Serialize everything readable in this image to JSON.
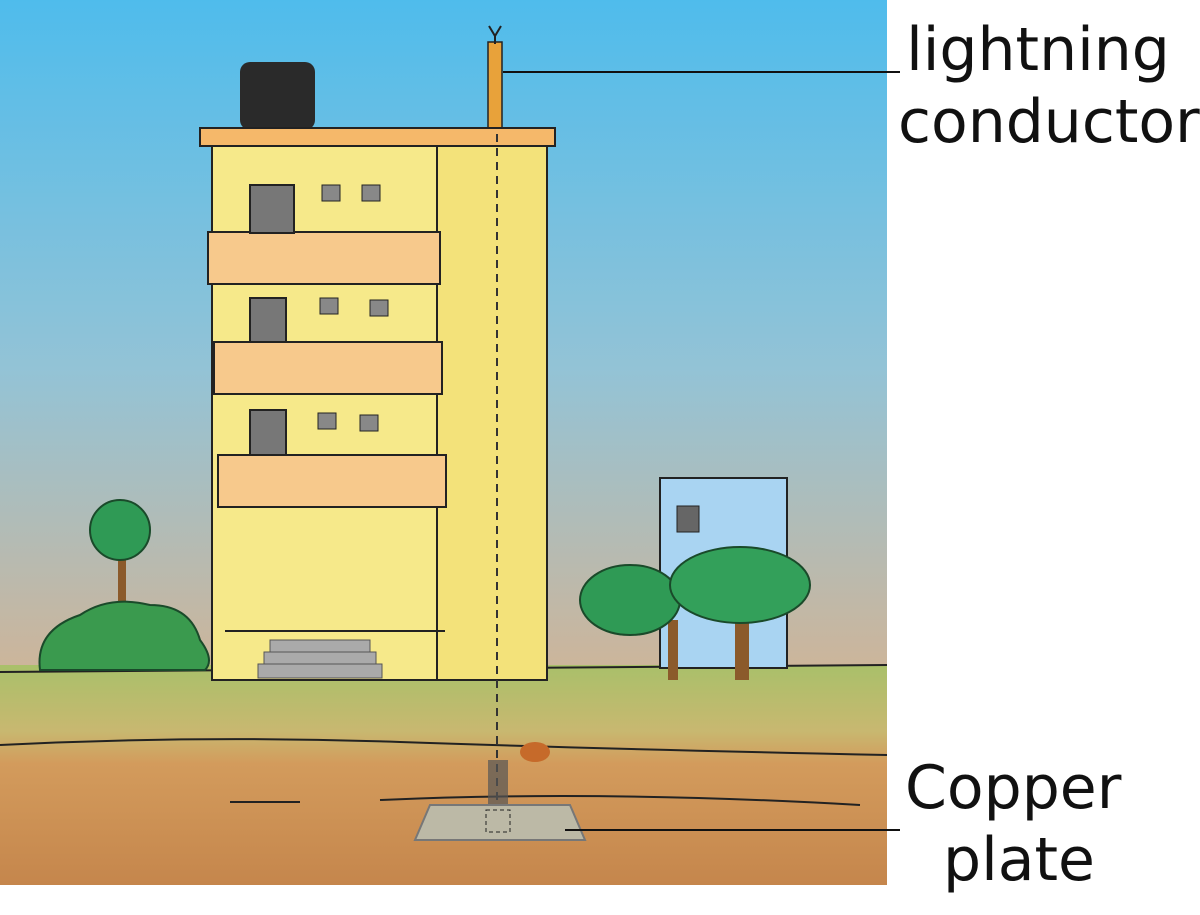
{
  "labels": {
    "conductor_line1": "lightning",
    "conductor_line2": "conductor",
    "plate_line1": "Copper",
    "plate_line2": "plate"
  },
  "colors": {
    "sky_top": "#4fbcec",
    "sky_bottom": "#cdb59a",
    "grass": "#a9c06a",
    "soil": "#c98f55",
    "building": "#f6e98a",
    "balcony": "#f7c98c",
    "rod": "#e8a23a"
  }
}
